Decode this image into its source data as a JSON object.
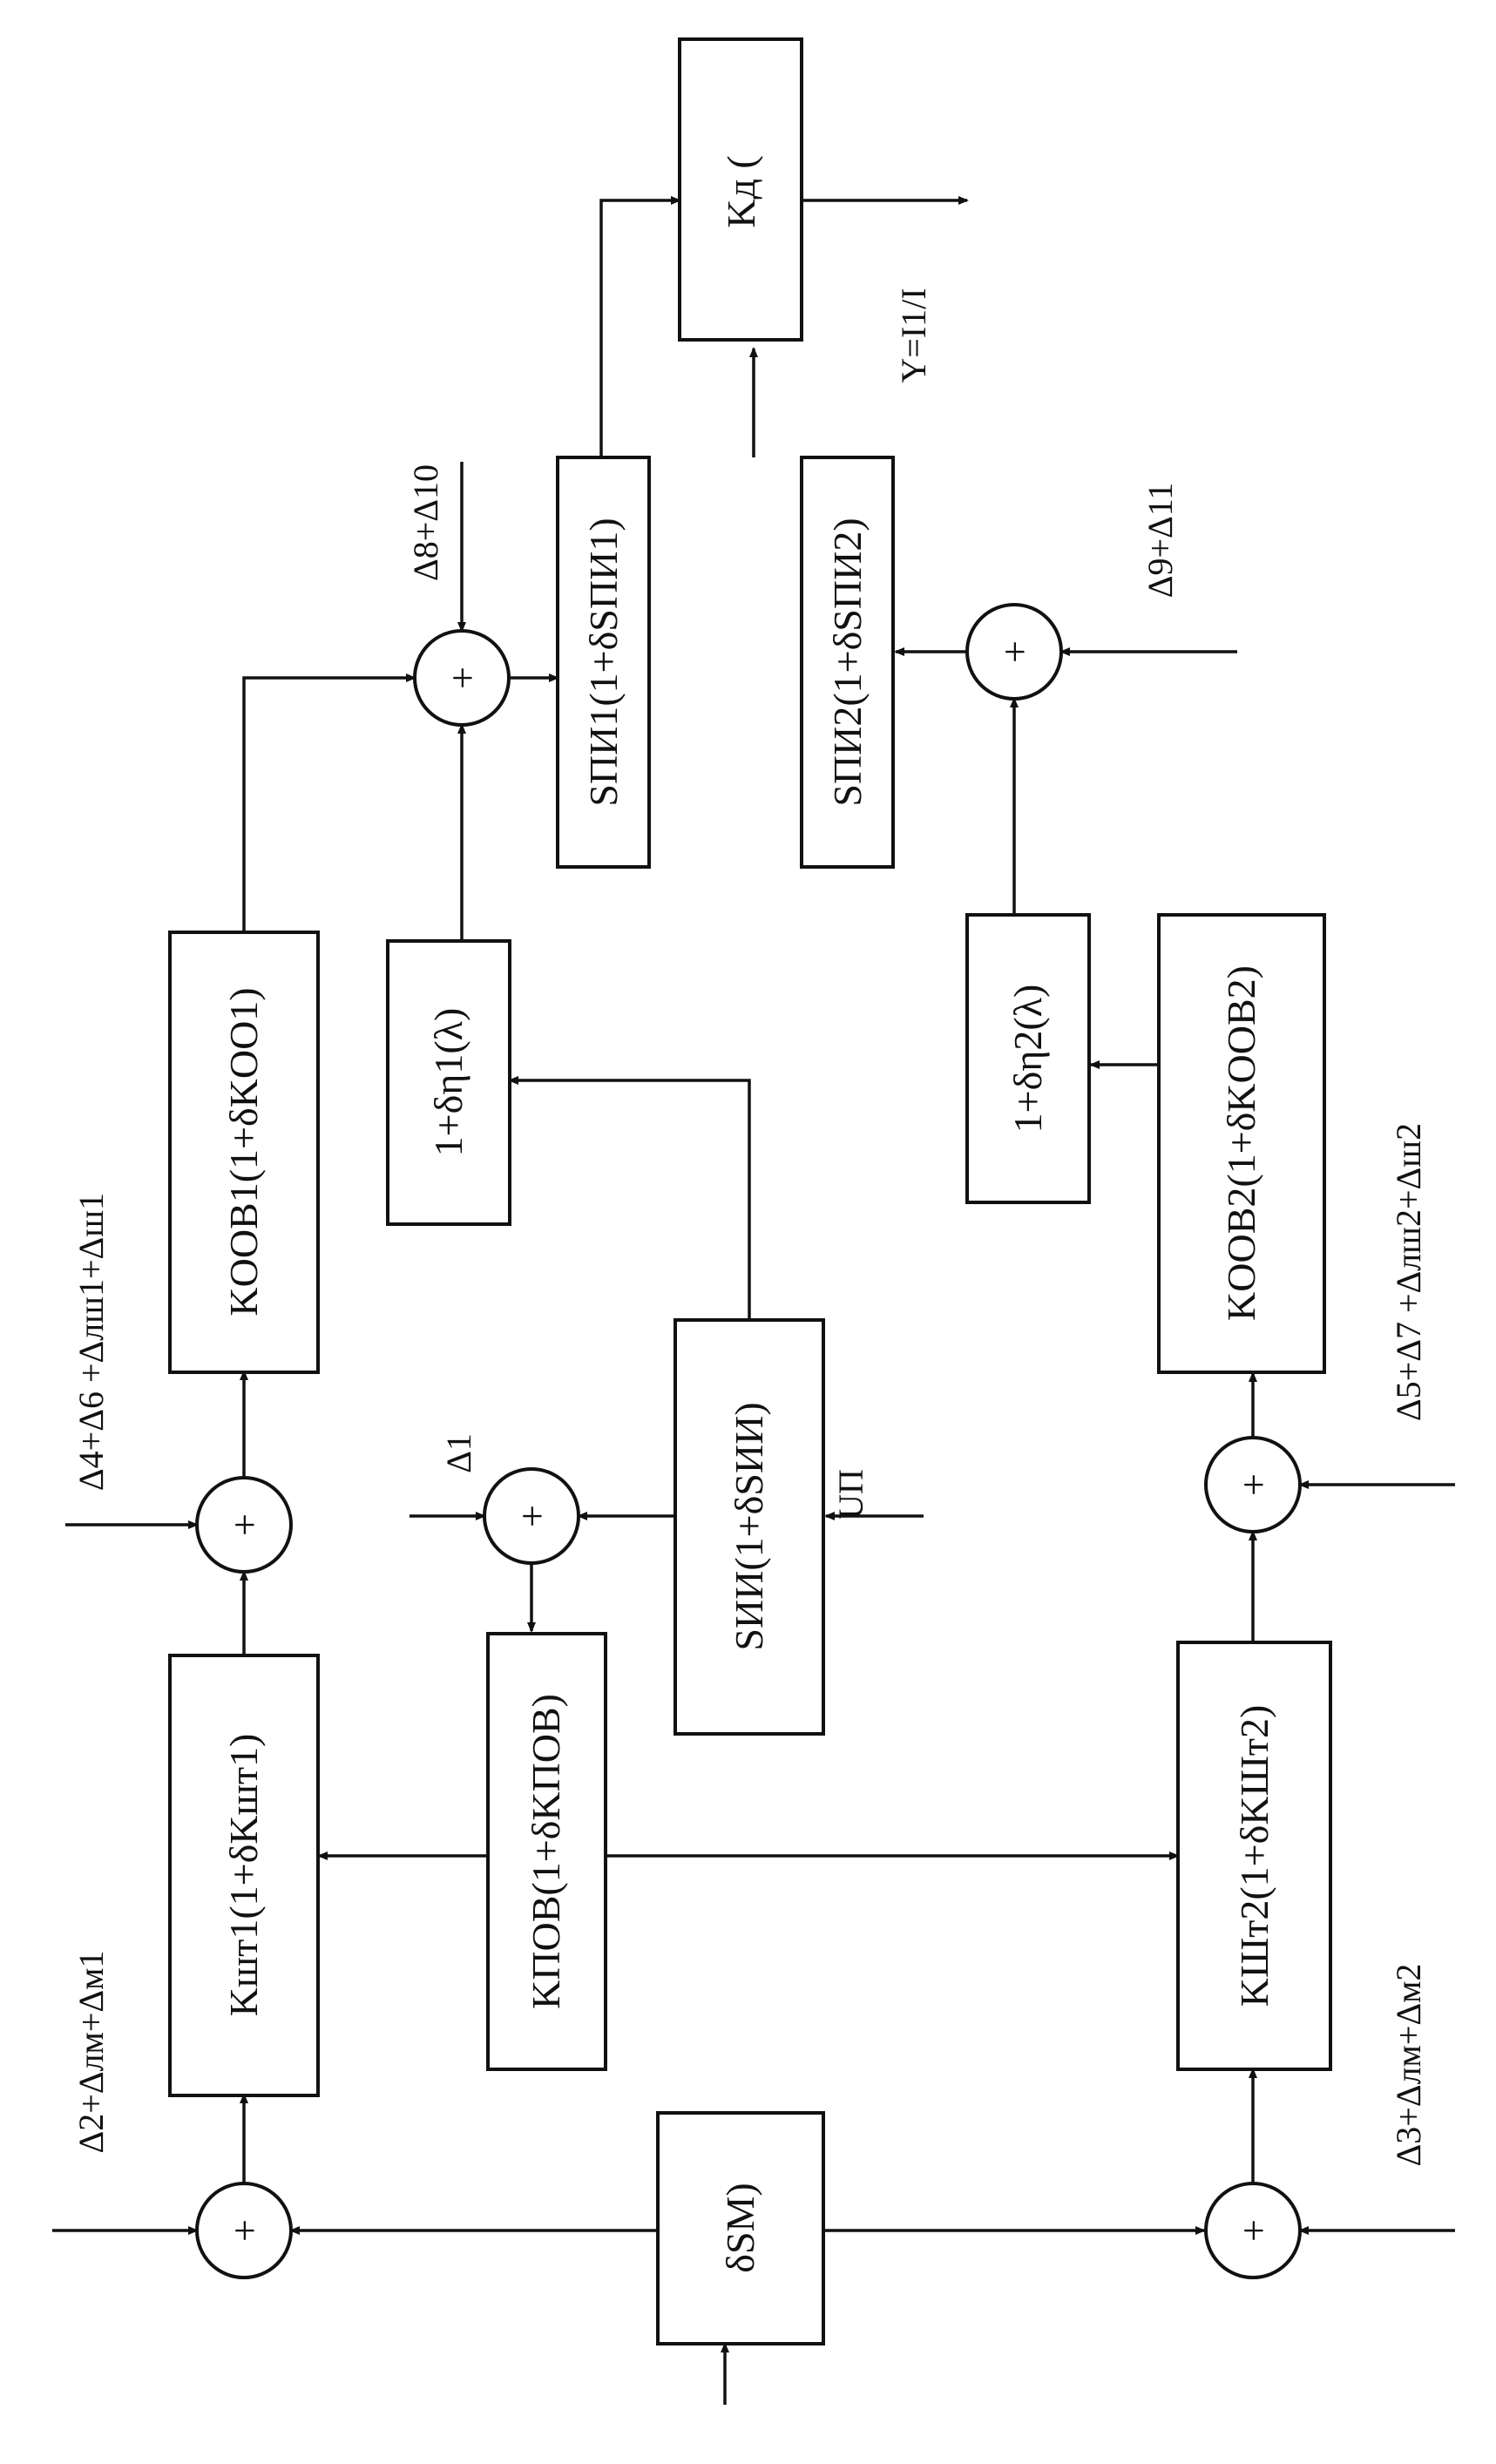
{
  "diagram": {
    "blocks": {
      "ksh1": "Kшт1(1+δKшт1)",
      "koov1": "KООВ1(1+δKОО1)",
      "eta1": "1+δη1(λ)",
      "spi1": "SПИ1(1+δSПИ1)",
      "kd": "Kд (",
      "spi2": "SПИ2(1+δSПИ2)",
      "eta2": "1+δη2(λ)",
      "koov2": "KООВ2(1+δKООВ2)",
      "ksh2": "KШт2(1+δKШт2)",
      "kpov": "KПОВ(1+δKПОВ)",
      "sii": "SИИ(1+δSИИ)",
      "dsm": "δSМ)"
    },
    "sum_symbol": "+",
    "labels": {
      "in_left_sum": "Δ2+Δлм+Δм1",
      "in_sum_after_ksh1": "Δ4+Δ6 +Δлш1+Δш1",
      "in_sum_top": "Δ8+Δ10",
      "in_sum_mid": "Δ1",
      "in_sum_pi2": "Δ9+Δ11",
      "in_sum_after_ksh2": "Δ5+Δ7 +Δлш2+Δш2",
      "in_right_sum": "Δ3+Δлм+Δм2",
      "u_p": "UП",
      "output": "Y=I1/I"
    },
    "colors": {
      "ink": "#111111",
      "paper": "#ffffff"
    }
  }
}
